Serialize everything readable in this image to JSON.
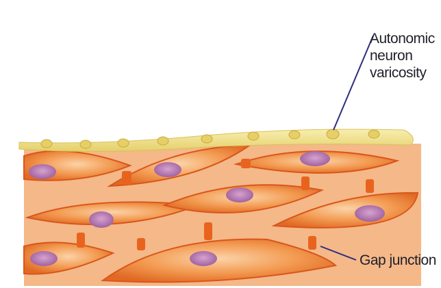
{
  "labels": {
    "varicosity_line1": "Autonomic",
    "varicosity_line2": "neuron",
    "varicosity_line3": "varicosity",
    "gap_junction": "Gap junction"
  },
  "colors": {
    "cell_fill": "#f08a3a",
    "cell_edge": "#d9561a",
    "nucleus": "#b06fae",
    "nerve": "#f2e28a",
    "leader": "#2d2d7a"
  }
}
